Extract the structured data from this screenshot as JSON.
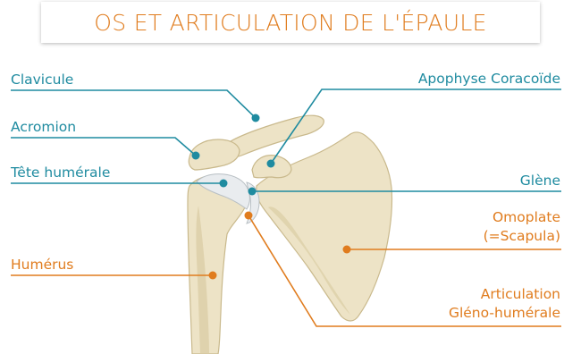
{
  "title": "OS ET ARTICULATION DE L'ÉPAULE",
  "colors": {
    "teal": "#1f8ba0",
    "orange": "#e07c1e",
    "bone_fill": "#ede3c6",
    "bone_shade": "#d9cba3",
    "cartilage": "#e9ecef"
  },
  "labels": {
    "clavicule": "Clavicule",
    "acromion": "Acromion",
    "tete_humerale": "Tête humérale",
    "humerus": "Humérus",
    "apophyse": "Apophyse Coracoïde",
    "glene": "Glène",
    "omoplate_line1": "Omoplate",
    "omoplate_line2": "(=Scapula)",
    "articulation_line1": "Articulation",
    "articulation_line2": "Gléno-humérale"
  }
}
